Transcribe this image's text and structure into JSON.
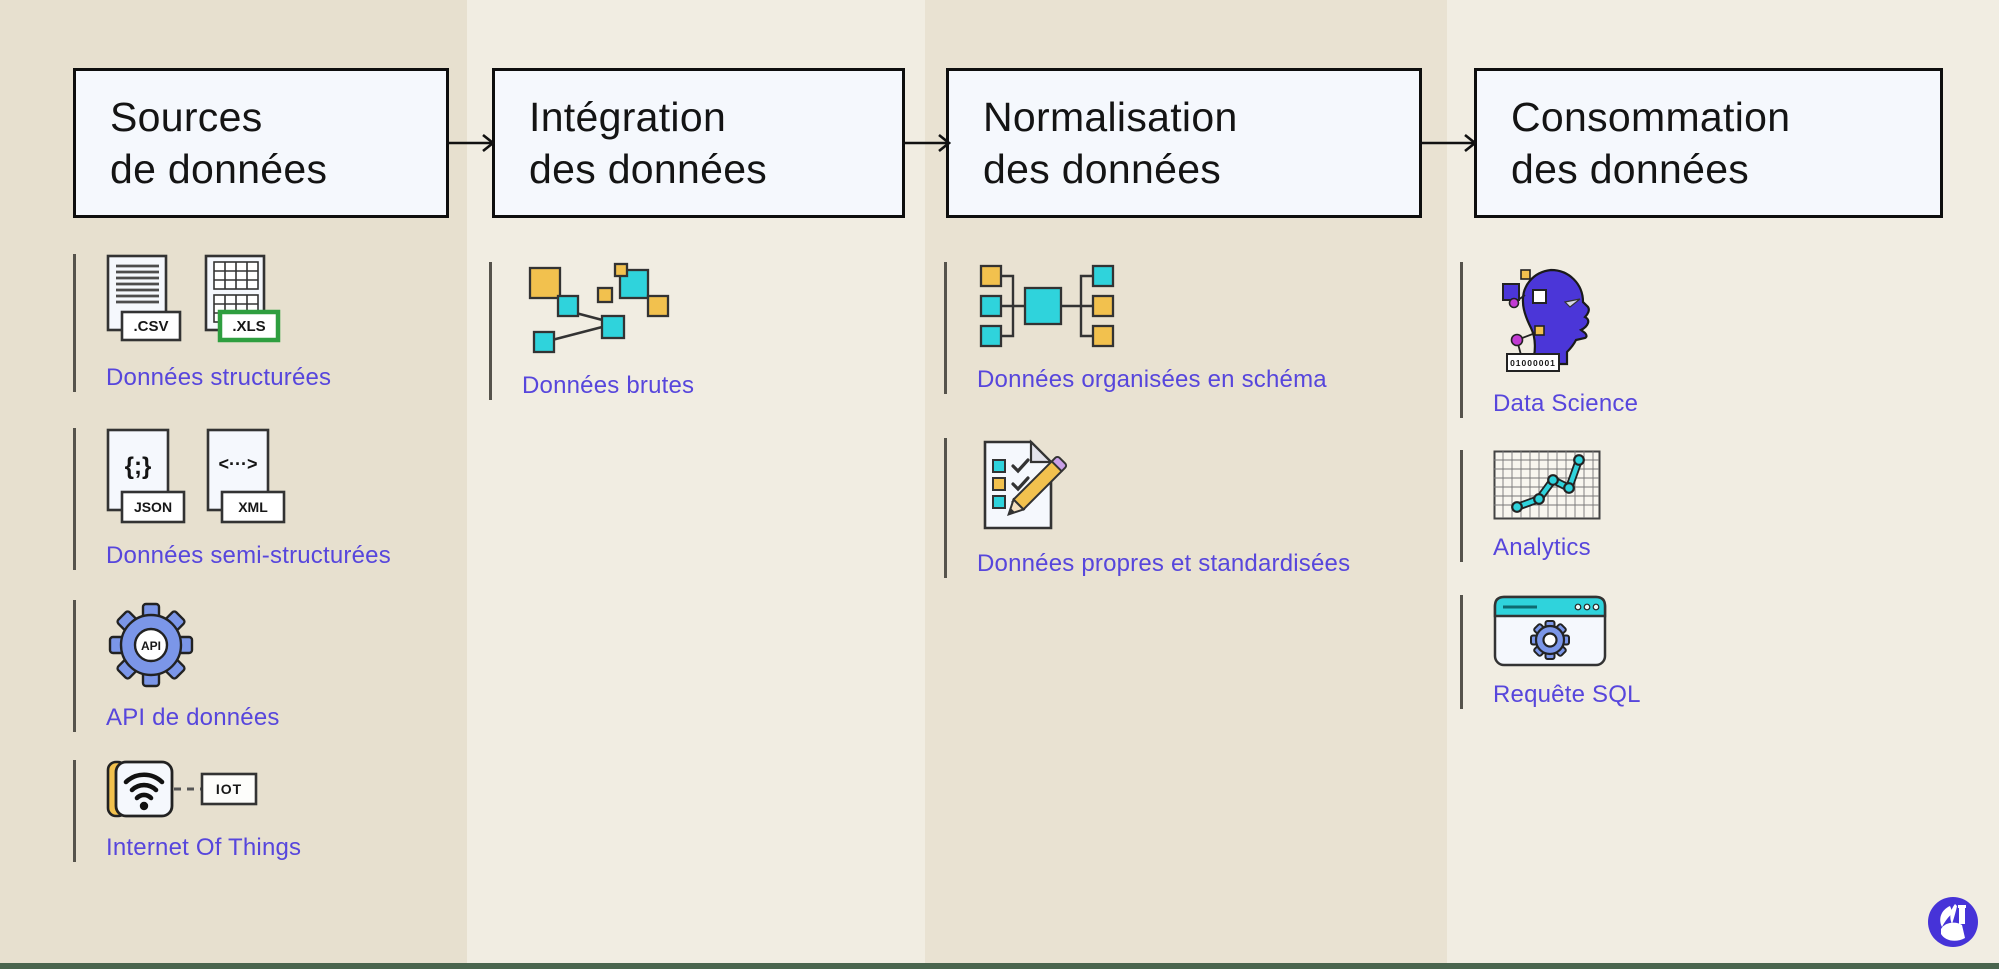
{
  "colors": {
    "col-dark": "#E7E0CF",
    "col-dark2": "#E9E2D2",
    "col-light": "#F1EDE2",
    "box-fill": "#F5F8FD",
    "ink": "#141414",
    "accent": "#5746DC",
    "footer": "#4A654E",
    "yellow": "#F2C14E",
    "cyan": "#2FD3DC",
    "gear-blue": "#7B96E8",
    "head-purple": "#4B36D8",
    "xls-green": "#2E9E3F",
    "magenta": "#C23BD4",
    "logo-purple": "#4633D8"
  },
  "stages": [
    {
      "title_line1": "Sources",
      "title_line2": "de données",
      "items": [
        {
          "icon": "csv-xls-files-icon",
          "label": "Données structurées",
          "badges": [
            ".CSV",
            ".XLS"
          ]
        },
        {
          "icon": "json-xml-files-icon",
          "label": "Données semi-structurées",
          "badges": [
            "JSON",
            "XML"
          ],
          "glyphs": [
            "{;}",
            "<···>"
          ]
        },
        {
          "icon": "api-gear-icon",
          "label": "API de données",
          "badges": [
            "API"
          ]
        },
        {
          "icon": "iot-wifi-icon",
          "label": "Internet Of Things",
          "badges": [
            "IOT"
          ]
        }
      ]
    },
    {
      "title_line1": "Intégration",
      "title_line2": "des données",
      "items": [
        {
          "icon": "raw-scattered-squares-icon",
          "label": "Données brutes"
        }
      ]
    },
    {
      "title_line1": "Normalisation",
      "title_line2": "des données",
      "items": [
        {
          "icon": "schema-squares-icon",
          "label": "Données organisées en schéma"
        },
        {
          "icon": "checklist-pencil-icon",
          "label": "Données propres et standardisées"
        }
      ]
    },
    {
      "title_line1": "Consommation",
      "title_line2": "des données",
      "items": [
        {
          "icon": "data-science-head-icon",
          "label": "Data Science",
          "badges": [
            "01000001"
          ]
        },
        {
          "icon": "analytics-chart-icon",
          "label": "Analytics"
        },
        {
          "icon": "sql-browser-gear-icon",
          "label": "Requête SQL"
        }
      ]
    }
  ]
}
